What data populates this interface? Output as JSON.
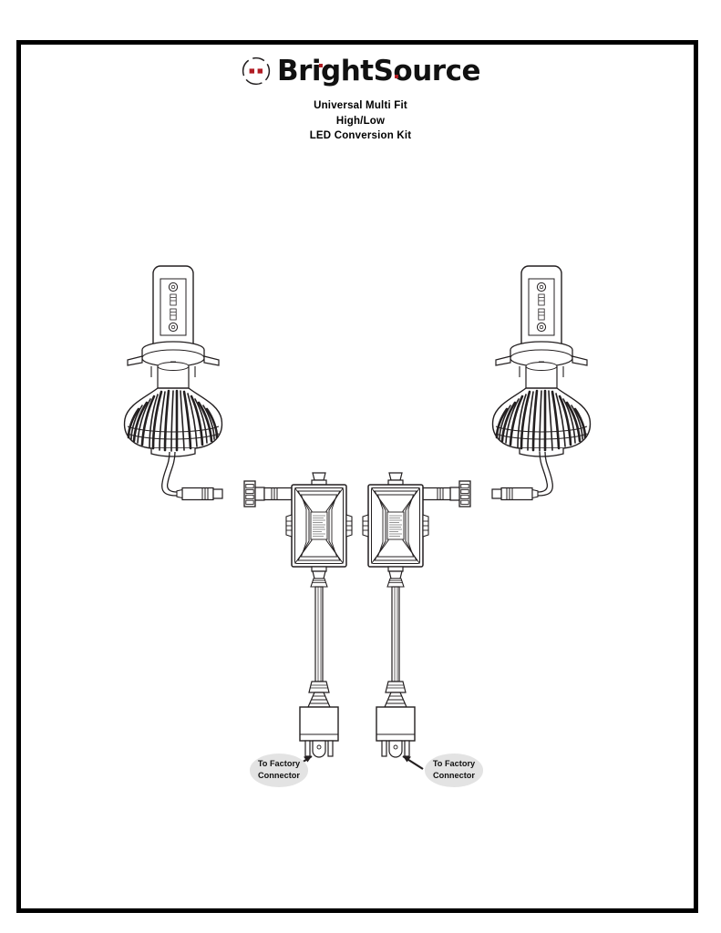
{
  "document": {
    "type": "product-instruction-diagram",
    "background_color": "#ffffff",
    "border_color": "#000000"
  },
  "header": {
    "brand_name": "BrightSource",
    "logo_icon": "brightsource-target-logo",
    "logo_accent_color": "#b01c23",
    "subtitle_lines": [
      "Universal Multi Fit",
      "High/Low",
      "LED Conversion Kit"
    ]
  },
  "diagram": {
    "title": "LED headlight bulb kit exploded wiring layout",
    "line_color": "#231f20",
    "components": [
      {
        "id": "bulb-left",
        "name": "led-bulb-assembly-left",
        "label": "",
        "parts": [
          "led-chip-housing",
          "h4-flange-base",
          "mounting-tabs",
          "finned-heat-sink"
        ]
      },
      {
        "id": "bulb-right",
        "name": "led-bulb-assembly-right",
        "label": "",
        "parts": [
          "led-chip-housing",
          "h4-flange-base",
          "mounting-tabs",
          "finned-heat-sink"
        ]
      },
      {
        "id": "connector-left",
        "name": "waterproof-connector-pair-left",
        "label": ""
      },
      {
        "id": "connector-right",
        "name": "waterproof-connector-pair-right",
        "label": ""
      },
      {
        "id": "driver-left",
        "name": "led-driver-ballast-left",
        "label": ""
      },
      {
        "id": "driver-right",
        "name": "led-driver-ballast-right",
        "label": ""
      },
      {
        "id": "plug-left",
        "name": "h4-factory-plug-left",
        "label": ""
      },
      {
        "id": "plug-right",
        "name": "h4-factory-plug-right",
        "label": ""
      }
    ],
    "callouts": [
      {
        "id": "callout-left",
        "lines": [
          "To Factory",
          "Connector"
        ],
        "arrow_direction": "up-right",
        "bubble_color": "#e3e3e3"
      },
      {
        "id": "callout-right",
        "lines": [
          "To Factory",
          "Connector"
        ],
        "arrow_direction": "up-left",
        "bubble_color": "#e3e3e3"
      }
    ]
  }
}
